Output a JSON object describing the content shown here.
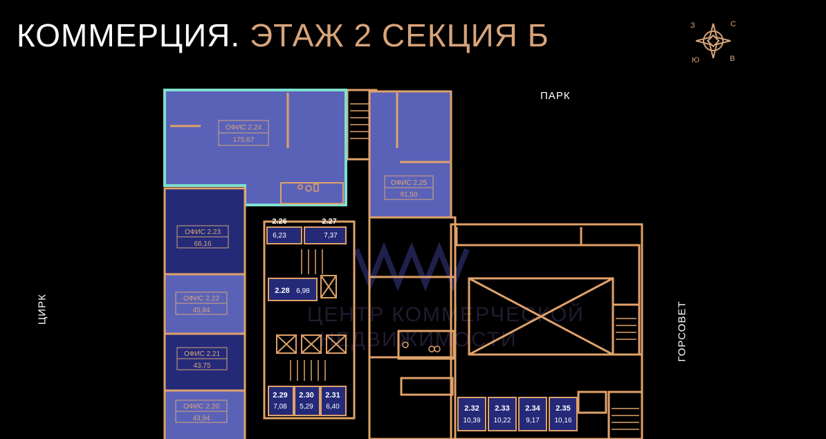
{
  "header": {
    "title_white": "КОММЕРЦИЯ.",
    "title_gold": "ЭТАЖ 2 СЕКЦИЯ Б"
  },
  "compass": {
    "letters": [
      "С",
      "В",
      "Ю",
      "З"
    ],
    "icon": "compass-rose-icon"
  },
  "directions": {
    "north": "ПАРК",
    "west": "ЦИРК",
    "east": "ГОРСОВЕТ"
  },
  "offices": [
    {
      "name": "ОФИС 2.24",
      "area": "175,67",
      "status": "selected"
    },
    {
      "name": "ОФИС 2.25",
      "area": "91,50",
      "status": "available"
    },
    {
      "name": "ОФИС 2.23",
      "area": "66,16",
      "status": "available"
    },
    {
      "name": "ОФИС 2.22",
      "area": "45,84",
      "status": "available"
    },
    {
      "name": "ОФИС 2.21",
      "area": "43,75",
      "status": "available"
    },
    {
      "name": "ОФИС 2.20",
      "area": "43,94",
      "status": "available"
    }
  ],
  "small_rooms": [
    {
      "num": "2.26",
      "area": "6,23"
    },
    {
      "num": "2.27",
      "area": "7,37"
    },
    {
      "num": "2.28",
      "area": "6,98"
    },
    {
      "num": "2.29",
      "area": "7,08"
    },
    {
      "num": "2.30",
      "area": "5,29"
    },
    {
      "num": "2.31",
      "area": "6,40"
    },
    {
      "num": "2.32",
      "area": "10,39"
    },
    {
      "num": "2.33",
      "area": "10,22"
    },
    {
      "num": "2.34",
      "area": "9,17"
    },
    {
      "num": "2.35",
      "area": "10,16"
    }
  ],
  "watermark": {
    "line1": "ЦЕНТР КОММЕРЧЕСКОЙ",
    "line2": "НЕДВИЖИМОСТИ"
  },
  "colors": {
    "wall": "#e0a26a",
    "room_light": "#5a62b8",
    "room_dark": "#242a78",
    "selected_outline": "#7fe0d0",
    "accent_text": "#d8a47a"
  }
}
